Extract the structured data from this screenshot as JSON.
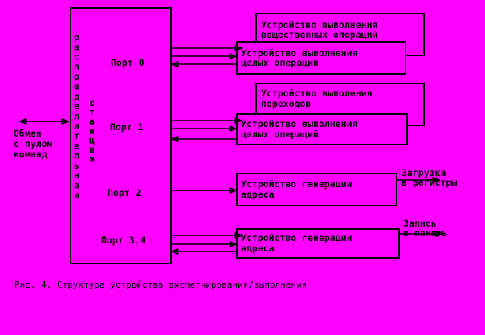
{
  "diagram": {
    "dispatcher_vertical_1": "распределительная",
    "dispatcher_vertical_2": "станция",
    "ports": {
      "p0": "Порт 0",
      "p1": "Порт 1",
      "p2": "Порт 2",
      "p34": "Порт 3,4"
    },
    "exchange_label": [
      "Обмен",
      "с пулом",
      "команд"
    ],
    "units": {
      "real_ops": [
        "Устройство выполнения",
        "вещественных операций"
      ],
      "int_ops_0": [
        "Устройство выполнения",
        "целых операций"
      ],
      "jumps": [
        "Устройство выполения",
        "переходов"
      ],
      "int_ops_1": [
        "Устройство выполнения",
        "целых операций"
      ],
      "addr_gen_2": [
        "Устройство генерации",
        "адреса"
      ],
      "addr_gen_34": [
        "Устройство генерации",
        "адреса"
      ]
    },
    "outputs": {
      "load": [
        "Загрузка",
        "в регистры"
      ],
      "store": [
        "Запись",
        "в память"
      ]
    },
    "caption": "Рис. 4. Структура устройства диспетчирования/выполнения"
  },
  "colors": {
    "background": "#ff00ff",
    "ink": "#000000"
  }
}
